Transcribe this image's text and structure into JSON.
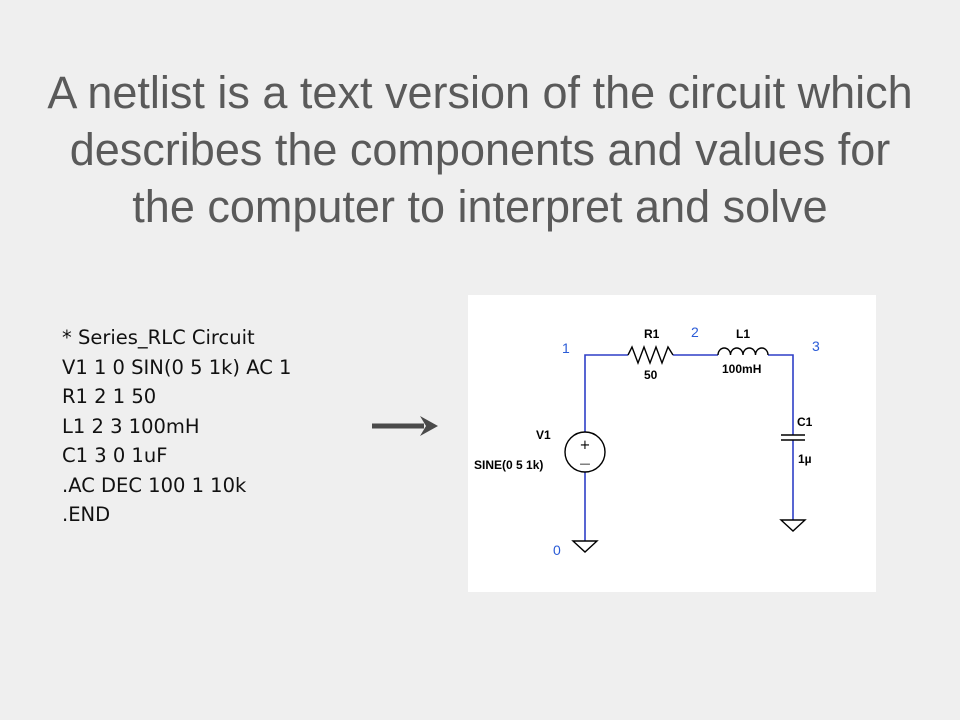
{
  "slide": {
    "title": "A netlist is a text version of the circuit which describes the components and values for the computer to interpret and solve"
  },
  "netlist": {
    "lines": [
      "* Series_RLC Circuit",
      "V1 1 0 SIN(0 5 1k) AC 1",
      "R1 2 1 50",
      "L1 2 3 100mH",
      "C1 3 0 1uF",
      ".AC DEC 100 1 10k",
      ".END"
    ]
  },
  "arrow": {
    "icon": "right-arrow-icon",
    "color": "#4a4a4a"
  },
  "schematic": {
    "nodes": {
      "n0": "0",
      "n1": "1",
      "n2": "2",
      "n3": "3"
    },
    "source": {
      "name": "V1",
      "value": "SINE(0 5 1k)",
      "plus": "+",
      "minus": "—"
    },
    "resistor": {
      "name": "R1",
      "value": "50"
    },
    "inductor": {
      "name": "L1",
      "value": "100mH"
    },
    "capacitor": {
      "name": "C1",
      "value": "1µ"
    },
    "colors": {
      "wire": "#2e3fc7",
      "component": "#000000",
      "node_label": "#2a5bd7"
    }
  }
}
